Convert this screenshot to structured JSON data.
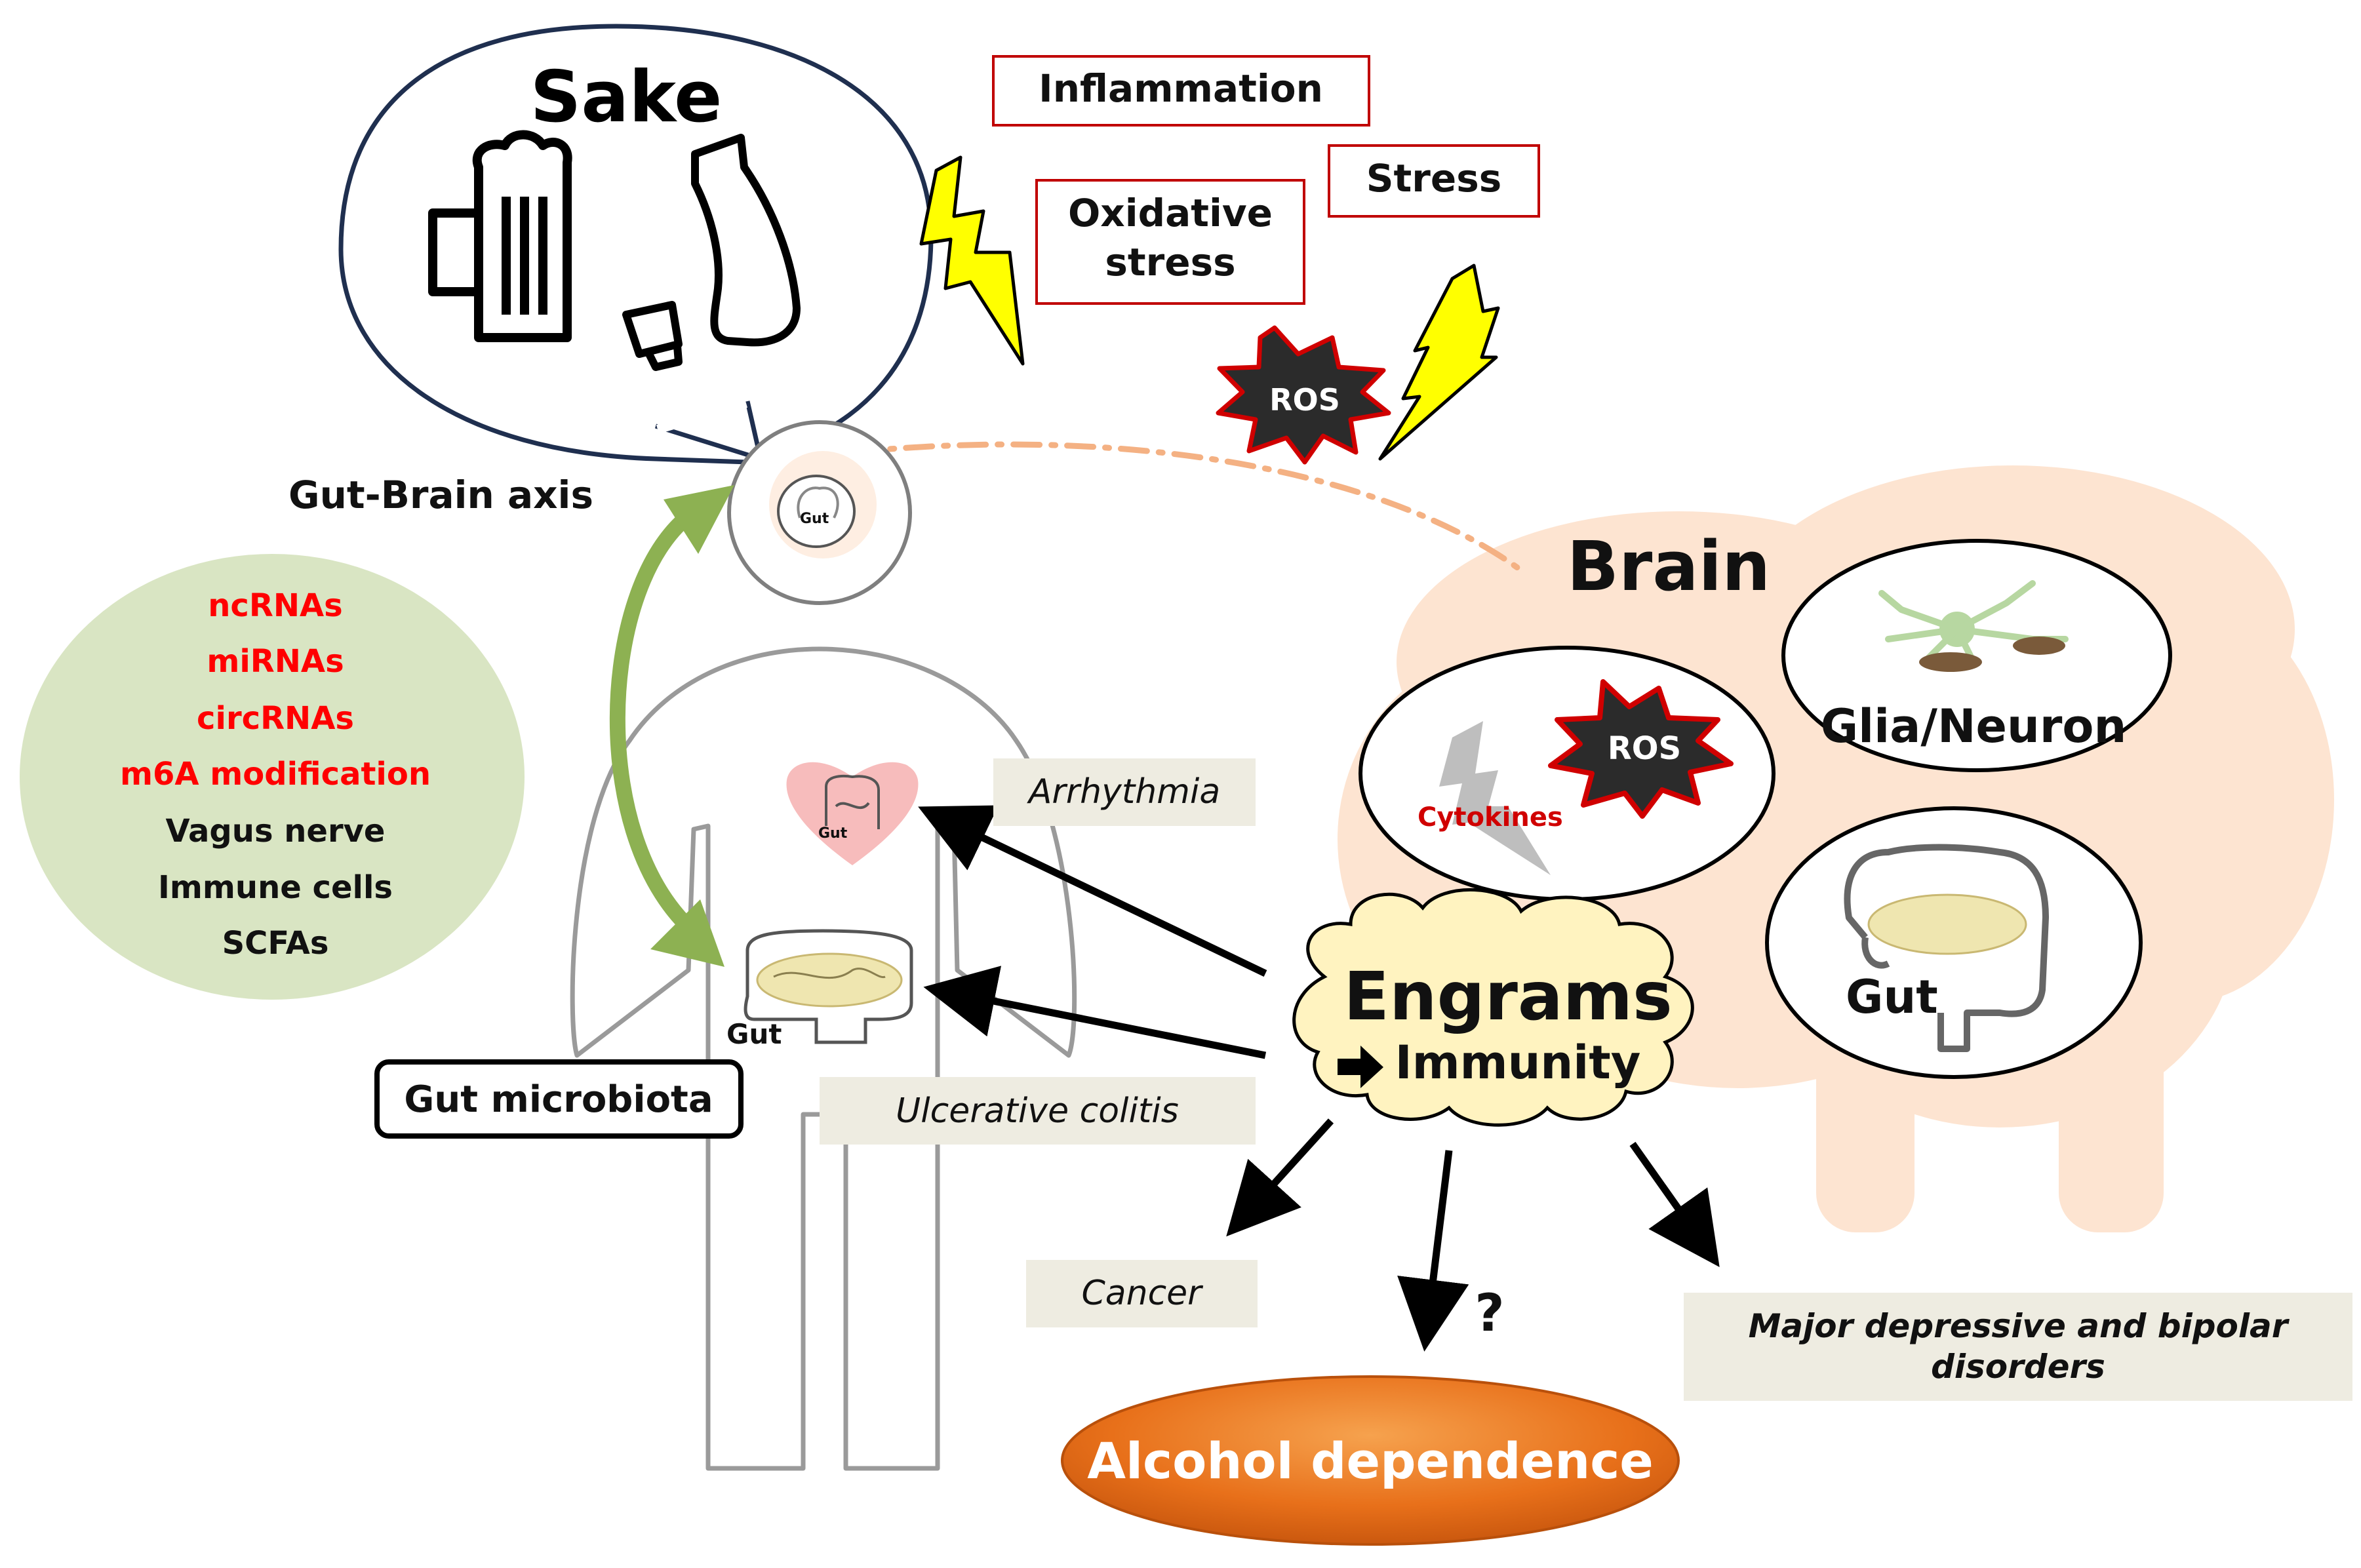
{
  "sake": {
    "title": "Sake"
  },
  "top_labels": {
    "inflammation": "Inflammation",
    "stress": "Stress",
    "oxidative_line1": "Oxidative",
    "oxidative_line2": "stress",
    "ros": "ROS"
  },
  "axis": {
    "label": "Gut-Brain axis"
  },
  "mediators": [
    {
      "text": "ncRNAs",
      "color": "#ff0000"
    },
    {
      "text": "miRNAs",
      "color": "#ff0000"
    },
    {
      "text": "circRNAs",
      "color": "#ff0000"
    },
    {
      "text": "m6A modification",
      "color": "#ff0000"
    },
    {
      "text": "Vagus nerve",
      "color": "#111111"
    },
    {
      "text": "Immune cells",
      "color": "#111111"
    },
    {
      "text": "SCFAs",
      "color": "#111111"
    }
  ],
  "body": {
    "gut_head": "Gut",
    "gut_heart": "Gut",
    "gut_abdomen": "Gut",
    "microbiota": "Gut microbiota"
  },
  "brain": {
    "title": "Brain",
    "ros": "ROS",
    "cytokines": "Cytokines",
    "glia": "Glia/Neuron",
    "gut": "Gut"
  },
  "engrams": {
    "title": "Engrams",
    "immunity": "Immunity"
  },
  "outcomes": {
    "arrhythmia": "Arrhythmia",
    "ulcerative": "Ulcerative colitis",
    "cancer": "Cancer",
    "question": "?",
    "mdd_line1": "Major depressive and bipolar",
    "mdd_line2": "disorders",
    "alcohol": "Alcohol dependence"
  },
  "colors": {
    "red_text": "#ff0000",
    "mediator_bg": "#d9e5c3",
    "axis_arrow": "#8db152",
    "brain_bg": "#fde3cf",
    "engram_cloud": "#fff3c0",
    "alcohol_fill": "#e8701a",
    "lightning": "#ffff00",
    "ros_star": "#2b2b2b",
    "outcome_box": "#eeece1",
    "dashed_axis": "#f4b183"
  }
}
